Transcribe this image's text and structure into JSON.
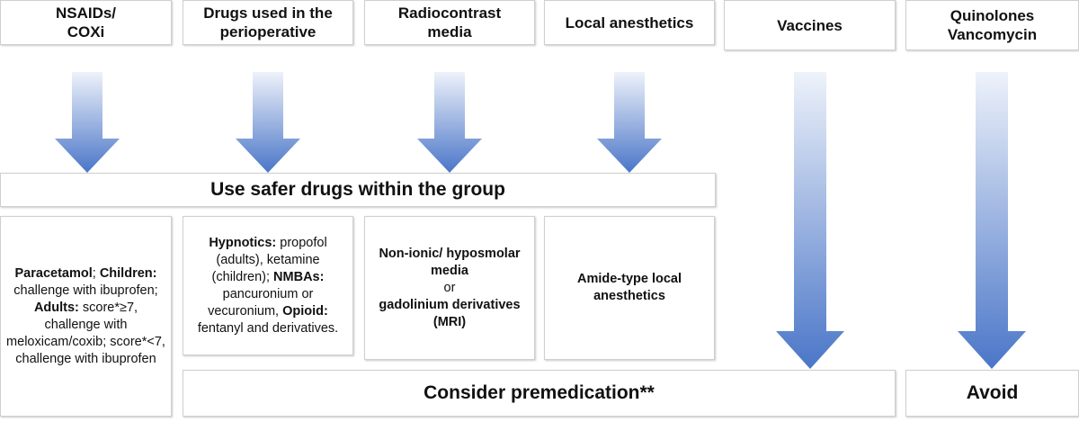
{
  "headers": [
    "NSAIDs/\nCOXi",
    "Drugs used in the\nperioperative",
    "Radiocontrast\nmedia",
    "Local anesthetics",
    "Vaccines",
    "Quinolones\nVancomycin"
  ],
  "safer_banner": "Use safer drugs within the group",
  "premed_banner": "Consider premedication**",
  "avoid_banner": "Avoid",
  "nsaids": {
    "paracetamol": "Paracetamol",
    "semi": ";",
    "children_label": "Children:",
    "children_text": " challenge with ibuprofen;",
    "adults_label": "Adults:",
    "adults_text": " score*≥7, challenge with meloxicam/coxib; score*<7, challenge with ibuprofen"
  },
  "periop": {
    "hypnotics_label": "Hypnotics:",
    "hypnotics_text": " propofol (adults), ketamine (children);",
    "nmba_label": "NMBAs:",
    "nmba_text": " pancuronium or vecuronium,",
    "opioid_label": "Opioid:",
    "opioid_text": " fentanyl and derivatives."
  },
  "radio": {
    "line1": "Non-ionic/ hyposmolar media",
    "or": "or",
    "line2": "gadolinium derivatives (MRI)"
  },
  "local": {
    "text": "Amide-type local anesthetics"
  },
  "colors": {
    "arrow_top": "#e9eef8",
    "arrow_bottom": "#4a76c8",
    "border": "#cfcfcf"
  }
}
